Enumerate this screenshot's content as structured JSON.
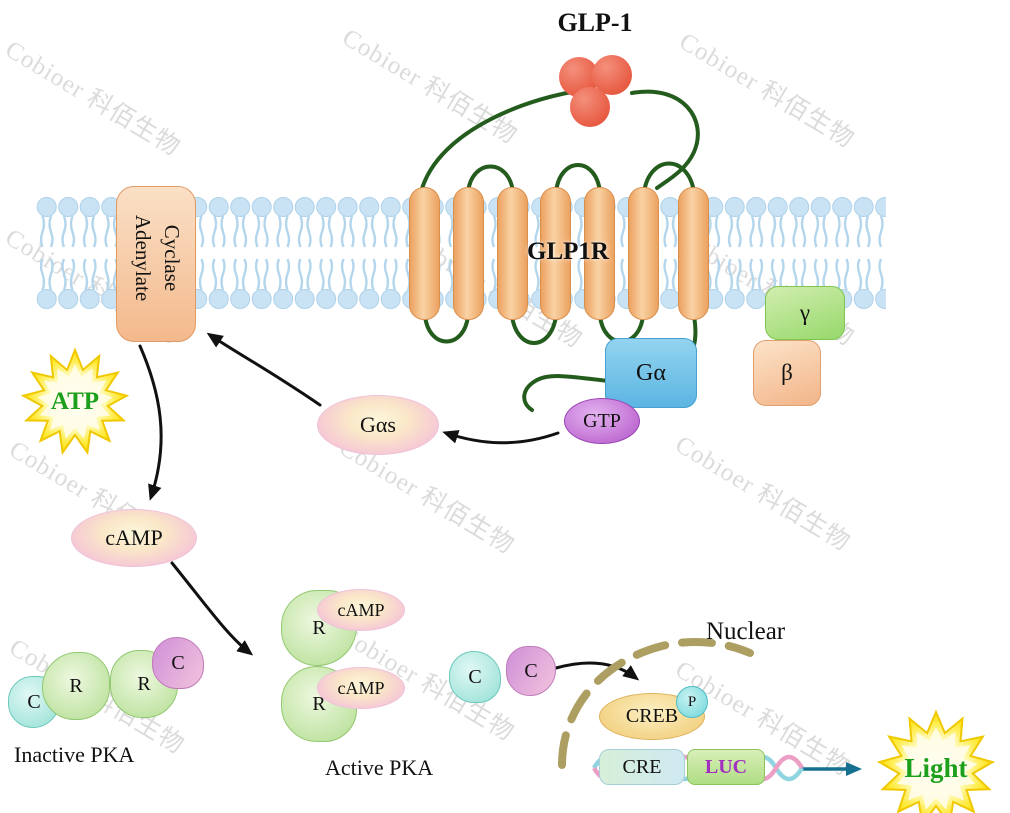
{
  "watermark": {
    "text": "Cobioer 科佰生物"
  },
  "title": "GLP-1",
  "receptor": {
    "label": "GLP1R"
  },
  "enzyme": {
    "word1": "Adenylate",
    "word2": "Cyclase"
  },
  "gprotein": {
    "alpha": "Gα",
    "beta": "β",
    "gamma": "γ",
    "gtp": "GTP",
    "gas": "Gαs"
  },
  "metabolites": {
    "atp": "ATP",
    "camp": "cAMP"
  },
  "pka": {
    "r": "R",
    "c": "C",
    "camp": "cAMP",
    "inactive_label": "Inactive PKA",
    "active_label": "Active PKA"
  },
  "nucleus": {
    "label": "Nuclear",
    "creb": "CREB",
    "p": "P",
    "cre": "CRE",
    "luc": "LUC"
  },
  "output": {
    "light": "Light"
  },
  "colors": {
    "membrane_head": "#c9e2f4",
    "membrane_tail": "#b3d6ec",
    "helix_orange": "#eca260",
    "receptor_loop_green": "#245c1e",
    "ligand_red": "#e85c44",
    "g_alpha_blue": "#5cb5e2",
    "gamma_green": "#96d86a",
    "beta_peach": "#f2b488",
    "gtp_purple": "#c77ad8",
    "burst_yellow": "#ffdf00",
    "atp_light_text_green": "#1ca01c",
    "arrow_black": "#111111",
    "arrow_teal": "#15718f",
    "nuclear_envelope_tan": "#ad9f62",
    "luc_text_purple": "#a22fc0"
  }
}
